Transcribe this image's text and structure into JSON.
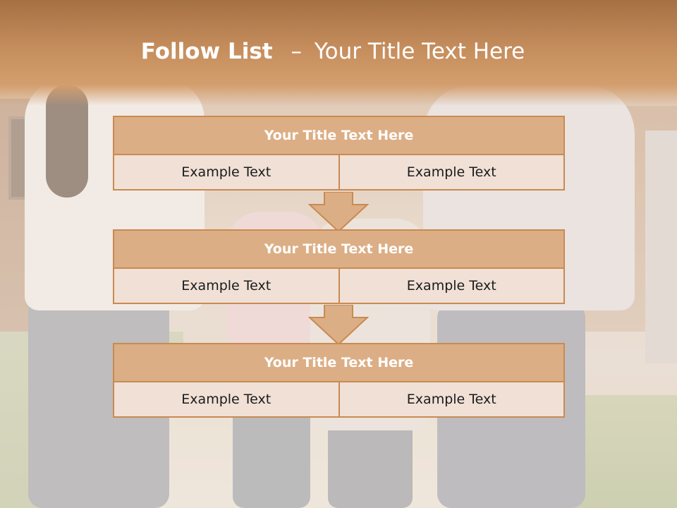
{
  "slide": {
    "title_bold": "Follow List",
    "title_separator": "–",
    "title_rest": "Your Title Text Here"
  },
  "list": [
    {
      "header": "Your Title Text Here",
      "left": "Example Text",
      "right": "Example Text"
    },
    {
      "header": "Your Title Text Here",
      "left": "Example Text",
      "right": "Example Text"
    },
    {
      "header": "Your Title Text Here",
      "left": "Example Text",
      "right": "Example Text"
    }
  ],
  "colors": {
    "accent": "#dcae85",
    "border": "#c98a51",
    "cell_fill": "#f0e0d6",
    "title_band": "#c58d5c"
  }
}
